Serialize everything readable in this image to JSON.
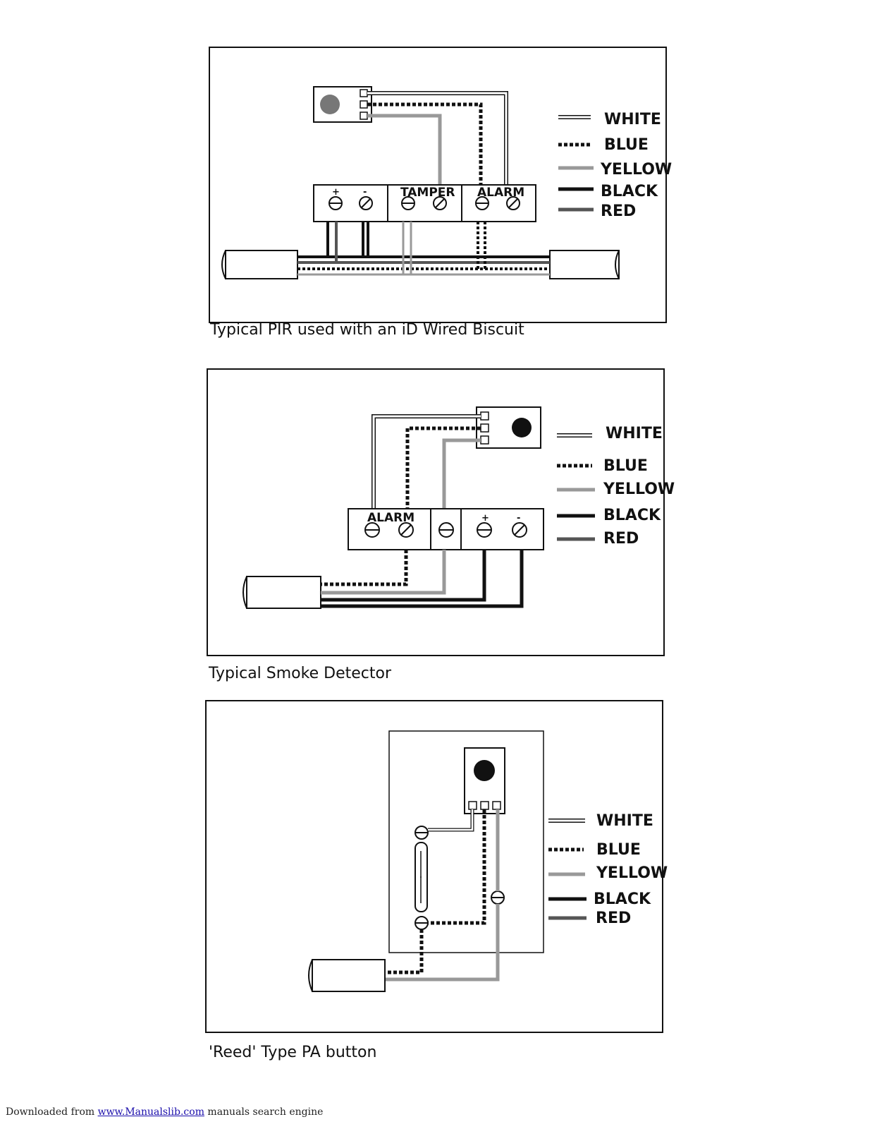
{
  "diagrams": [
    {
      "caption": "Typical PIR used with an iD Wired Biscuit",
      "terminal_labels": {
        "plus": "+",
        "minus": "-",
        "tamper": "TAMPER",
        "alarm": "ALARM"
      },
      "legend": [
        "WHITE",
        "BLUE",
        "YELLOW",
        "BLACK",
        "RED"
      ]
    },
    {
      "caption": "Typical Smoke Detector",
      "terminal_labels": {
        "alarm": "ALARM",
        "plus": "+",
        "minus": "-"
      },
      "legend": [
        "WHITE",
        "BLUE",
        "YELLOW",
        "BLACK",
        "RED"
      ]
    },
    {
      "caption": "'Reed' Type PA button",
      "legend": [
        "WHITE",
        "BLUE",
        "YELLOW",
        "BLACK",
        "RED"
      ]
    }
  ],
  "footer": {
    "prefix": "Downloaded from ",
    "link": "www.Manualslib.com",
    "suffix": " manuals search engine"
  },
  "colors": {
    "ink": "#111111",
    "link": "#1a0dab"
  }
}
